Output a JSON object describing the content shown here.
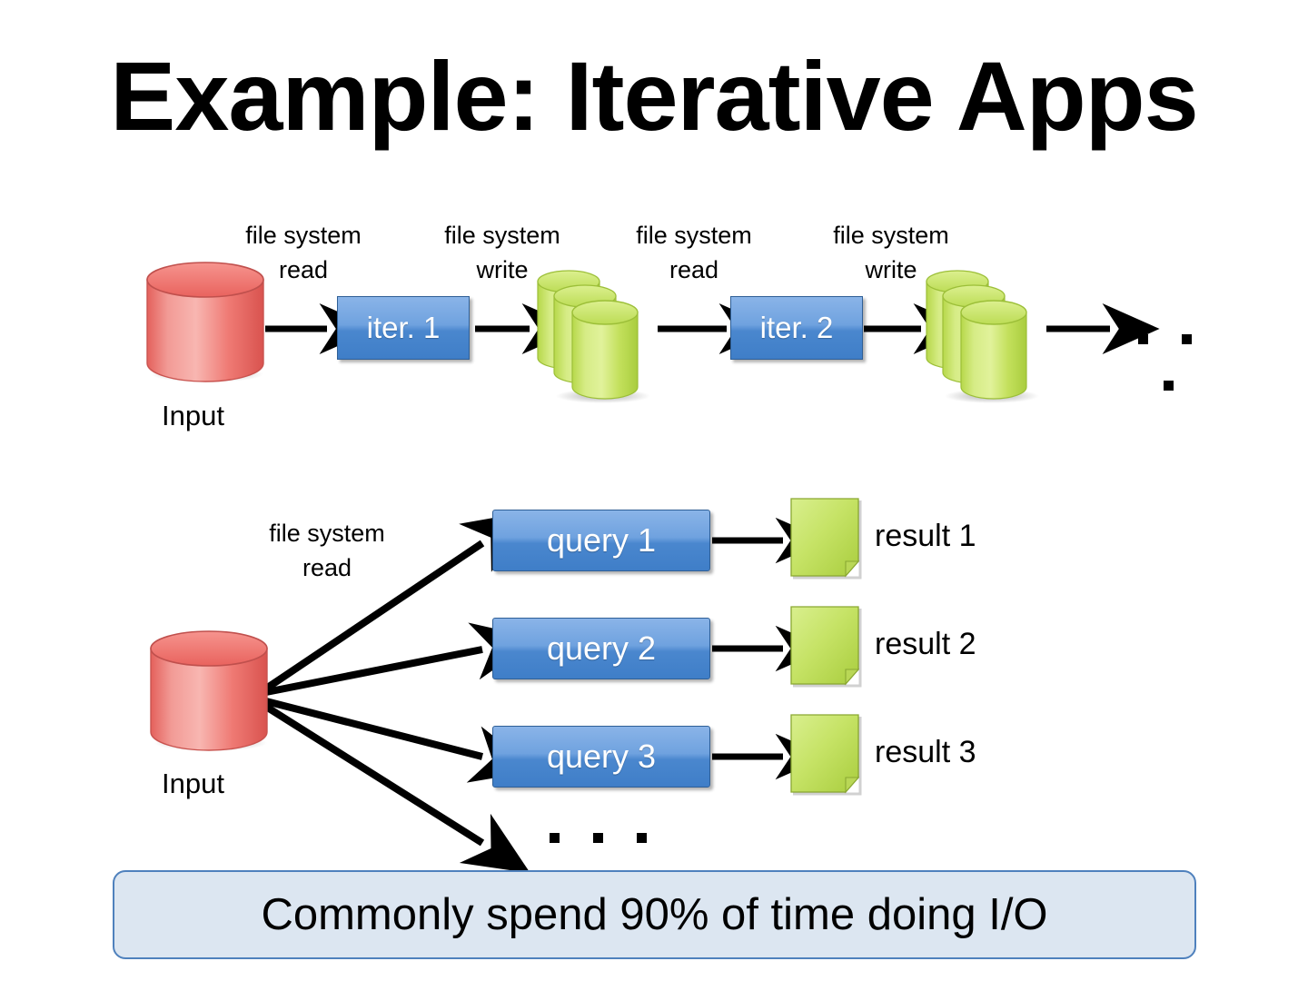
{
  "slide": {
    "title": "Example: Iterative Apps",
    "background_color": "#ffffff"
  },
  "colors": {
    "process_blue": "#4a87ce",
    "process_blue_light": "#8ab4e8",
    "process_border": "#2f5f96",
    "input_red": "#ef5350",
    "input_red_light": "#f08a85",
    "storage_green": "#b5d94a",
    "storage_green_light": "#d7ec7e",
    "banner_fill": "#dce6f1",
    "banner_border": "#4f81bd",
    "arrow_black": "#000000"
  },
  "row1": {
    "input": {
      "label": "Input",
      "shape": "cylinder-icon",
      "color": "#ef5350"
    },
    "labels": [
      {
        "text": "file system\nread"
      },
      {
        "text": "file system\nwrite"
      },
      {
        "text": "file system\nread"
      },
      {
        "text": "file system\nwrite"
      }
    ],
    "steps": [
      {
        "label": "iter. 1"
      },
      {
        "label": "iter. 2"
      }
    ],
    "storages": [
      {
        "shape": "cylinder-stack-icon",
        "count": 3
      },
      {
        "shape": "cylinder-stack-icon",
        "count": 3
      }
    ],
    "ellipsis": "dots"
  },
  "row2": {
    "input": {
      "label": "Input",
      "shape": "cylinder-icon",
      "color": "#ef5350"
    },
    "read_label": {
      "text": "file system\nread"
    },
    "queries": [
      {
        "label": "query 1",
        "result": "result 1"
      },
      {
        "label": "query 2",
        "result": "result 2"
      },
      {
        "label": "query 3",
        "result": "result 3"
      }
    ],
    "ellipsis": "dots"
  },
  "banner": {
    "text": "Commonly spend 90% of time doing I/O"
  }
}
